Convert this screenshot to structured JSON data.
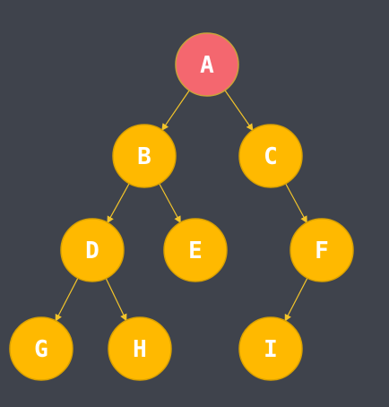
{
  "diagram": {
    "type": "binary-tree",
    "colors": {
      "background": "#3f434c",
      "root_fill": "#f4676f",
      "node_fill": "#ffb900",
      "node_stroke": "#d9a100",
      "root_stroke": "#c9a23a",
      "edge": "#f2c42a",
      "label": "#ffffff"
    },
    "nodes": [
      {
        "id": "A",
        "label": "A",
        "role": "root"
      },
      {
        "id": "B",
        "label": "B"
      },
      {
        "id": "C",
        "label": "C"
      },
      {
        "id": "D",
        "label": "D"
      },
      {
        "id": "E",
        "label": "E"
      },
      {
        "id": "F",
        "label": "F"
      },
      {
        "id": "G",
        "label": "G"
      },
      {
        "id": "H",
        "label": "H"
      },
      {
        "id": "I",
        "label": "I"
      }
    ],
    "edges": [
      {
        "from": "A",
        "to": "B"
      },
      {
        "from": "A",
        "to": "C"
      },
      {
        "from": "B",
        "to": "D"
      },
      {
        "from": "B",
        "to": "E"
      },
      {
        "from": "C",
        "to": "F"
      },
      {
        "from": "D",
        "to": "G"
      },
      {
        "from": "D",
        "to": "H"
      },
      {
        "from": "F",
        "to": "I"
      }
    ]
  }
}
